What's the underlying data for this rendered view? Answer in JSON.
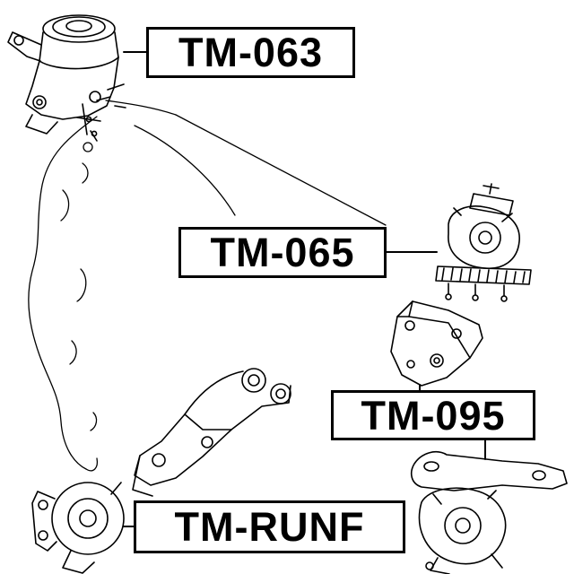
{
  "diagram": {
    "background_color": "#ffffff",
    "line_color": "#000000",
    "labels": {
      "tm063": "TM-063",
      "tm065": "TM-065",
      "tm095": "TM-095",
      "tmrunf": "TM-RUNF"
    }
  }
}
